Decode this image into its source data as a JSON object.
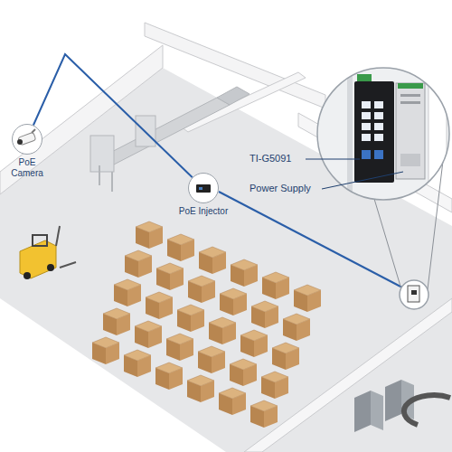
{
  "diagram": {
    "nodes": [
      {
        "text": [
          "PoE Camera"
        ]
      },
      {
        "text": [
          "PoE Injector"
        ]
      }
    ],
    "edges": [
      {
        "from": 0,
        "to": 1,
        "arrow": "none"
      }
    ],
    "labels": [
      "TI-G5091",
      "Power Supply"
    ]
  }
}
